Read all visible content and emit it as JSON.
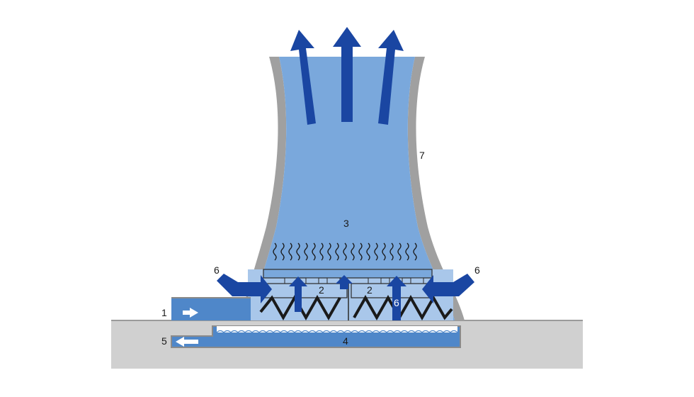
{
  "labels": {
    "inlet": "1",
    "fill_left": "2",
    "fill_right": "2",
    "interior": "3",
    "basin": "4",
    "outlet": "5",
    "air_left": "6",
    "air_right": "6",
    "air_center": "6",
    "shell": "7"
  },
  "colors": {
    "background": "#ffffff",
    "ground": "#d0d0d0",
    "shell": "#a0a0a0",
    "air": "#7aa8dc",
    "water": "#4f87c9",
    "fill_zone": "#a9c7ea",
    "arrow": "#1a46a2",
    "packing": "#1a1a1a"
  }
}
